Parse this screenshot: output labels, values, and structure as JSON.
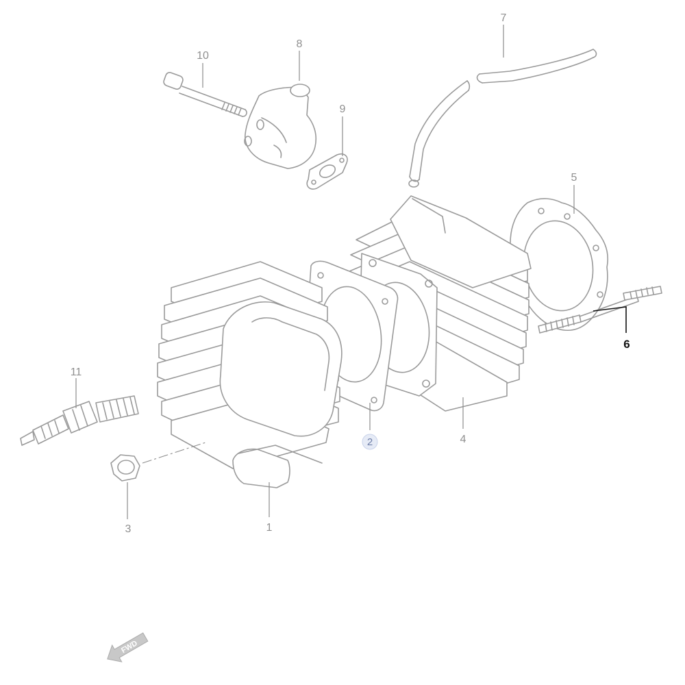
{
  "diagram": {
    "callouts": [
      {
        "id": "1",
        "label": "1",
        "state": "normal"
      },
      {
        "id": "2",
        "label": "2",
        "state": "highlighted"
      },
      {
        "id": "3",
        "label": "3",
        "state": "normal"
      },
      {
        "id": "4",
        "label": "4",
        "state": "normal"
      },
      {
        "id": "5",
        "label": "5",
        "state": "normal"
      },
      {
        "id": "6",
        "label": "6",
        "state": "active"
      },
      {
        "id": "7",
        "label": "7",
        "state": "normal"
      },
      {
        "id": "8",
        "label": "8",
        "state": "normal"
      },
      {
        "id": "9",
        "label": "9",
        "state": "normal"
      },
      {
        "id": "10",
        "label": "10",
        "state": "normal"
      },
      {
        "id": "11",
        "label": "11",
        "state": "normal"
      }
    ],
    "direction_badge": {
      "label": "FWD",
      "icon": "forward-arrow-icon"
    },
    "colors": {
      "line": "#9a9a9a",
      "active": "#111111",
      "highlight": "#e6ebf6",
      "badge": "#c8c8c8"
    }
  }
}
